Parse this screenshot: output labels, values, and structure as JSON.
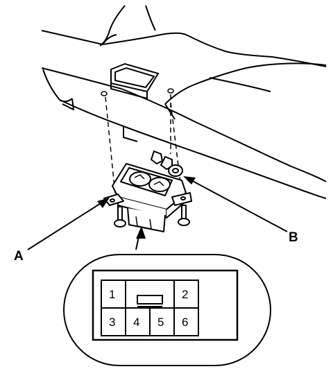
{
  "callouts": {
    "a": "A",
    "b": "B"
  },
  "connector": {
    "pins_top": [
      "1",
      "2"
    ],
    "pins_bottom": [
      "3",
      "4",
      "5",
      "6"
    ]
  },
  "colors": {
    "line": "#000000",
    "background": "#ffffff"
  }
}
